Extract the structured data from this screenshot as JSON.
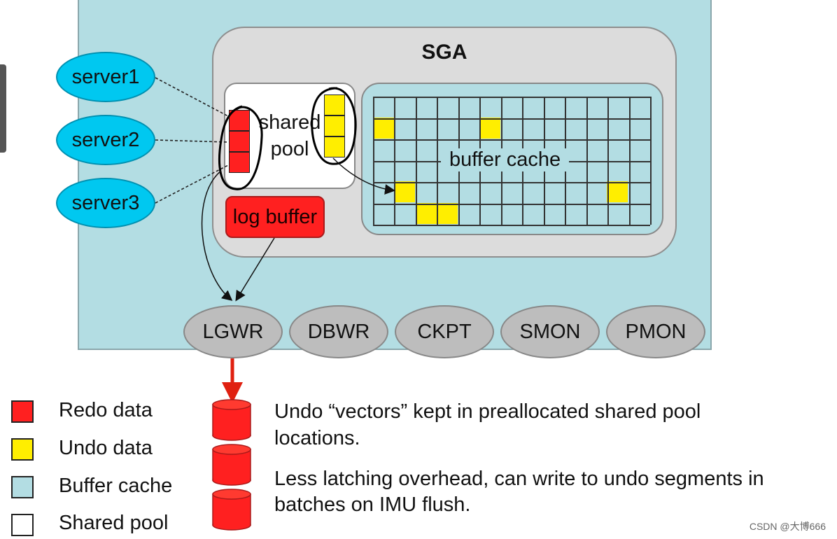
{
  "diagram": {
    "sga_title": "SGA",
    "shared_pool_label": [
      "shared",
      "pool"
    ],
    "buffer_cache_label": "buffer cache",
    "log_buffer_label": "log buffer",
    "servers": [
      "server1",
      "server2",
      "server3"
    ],
    "processes": [
      "LGWR",
      "DBWR",
      "CKPT",
      "SMON",
      "PMON"
    ]
  },
  "legend": [
    {
      "label": "Redo data",
      "color": "#ff2020"
    },
    {
      "label": "Undo data",
      "color": "#ffee00"
    },
    {
      "label": "Buffer cache",
      "color": "#b3dde3"
    },
    {
      "label": "Shared pool",
      "color": "#ffffff"
    }
  ],
  "notes": [
    [
      "Undo “vectors” kept in preallocated shared pool",
      "locations."
    ],
    [
      "Less latching overhead, can write to undo segments in",
      "batches on IMU flush."
    ]
  ],
  "colors": {
    "redo": "#ff2020",
    "undo": "#ffee00",
    "buffer_cache": "#b3dde3",
    "server": "#00c8f0",
    "process": "#bdbdbd"
  },
  "watermark": "CSDN @大博666"
}
